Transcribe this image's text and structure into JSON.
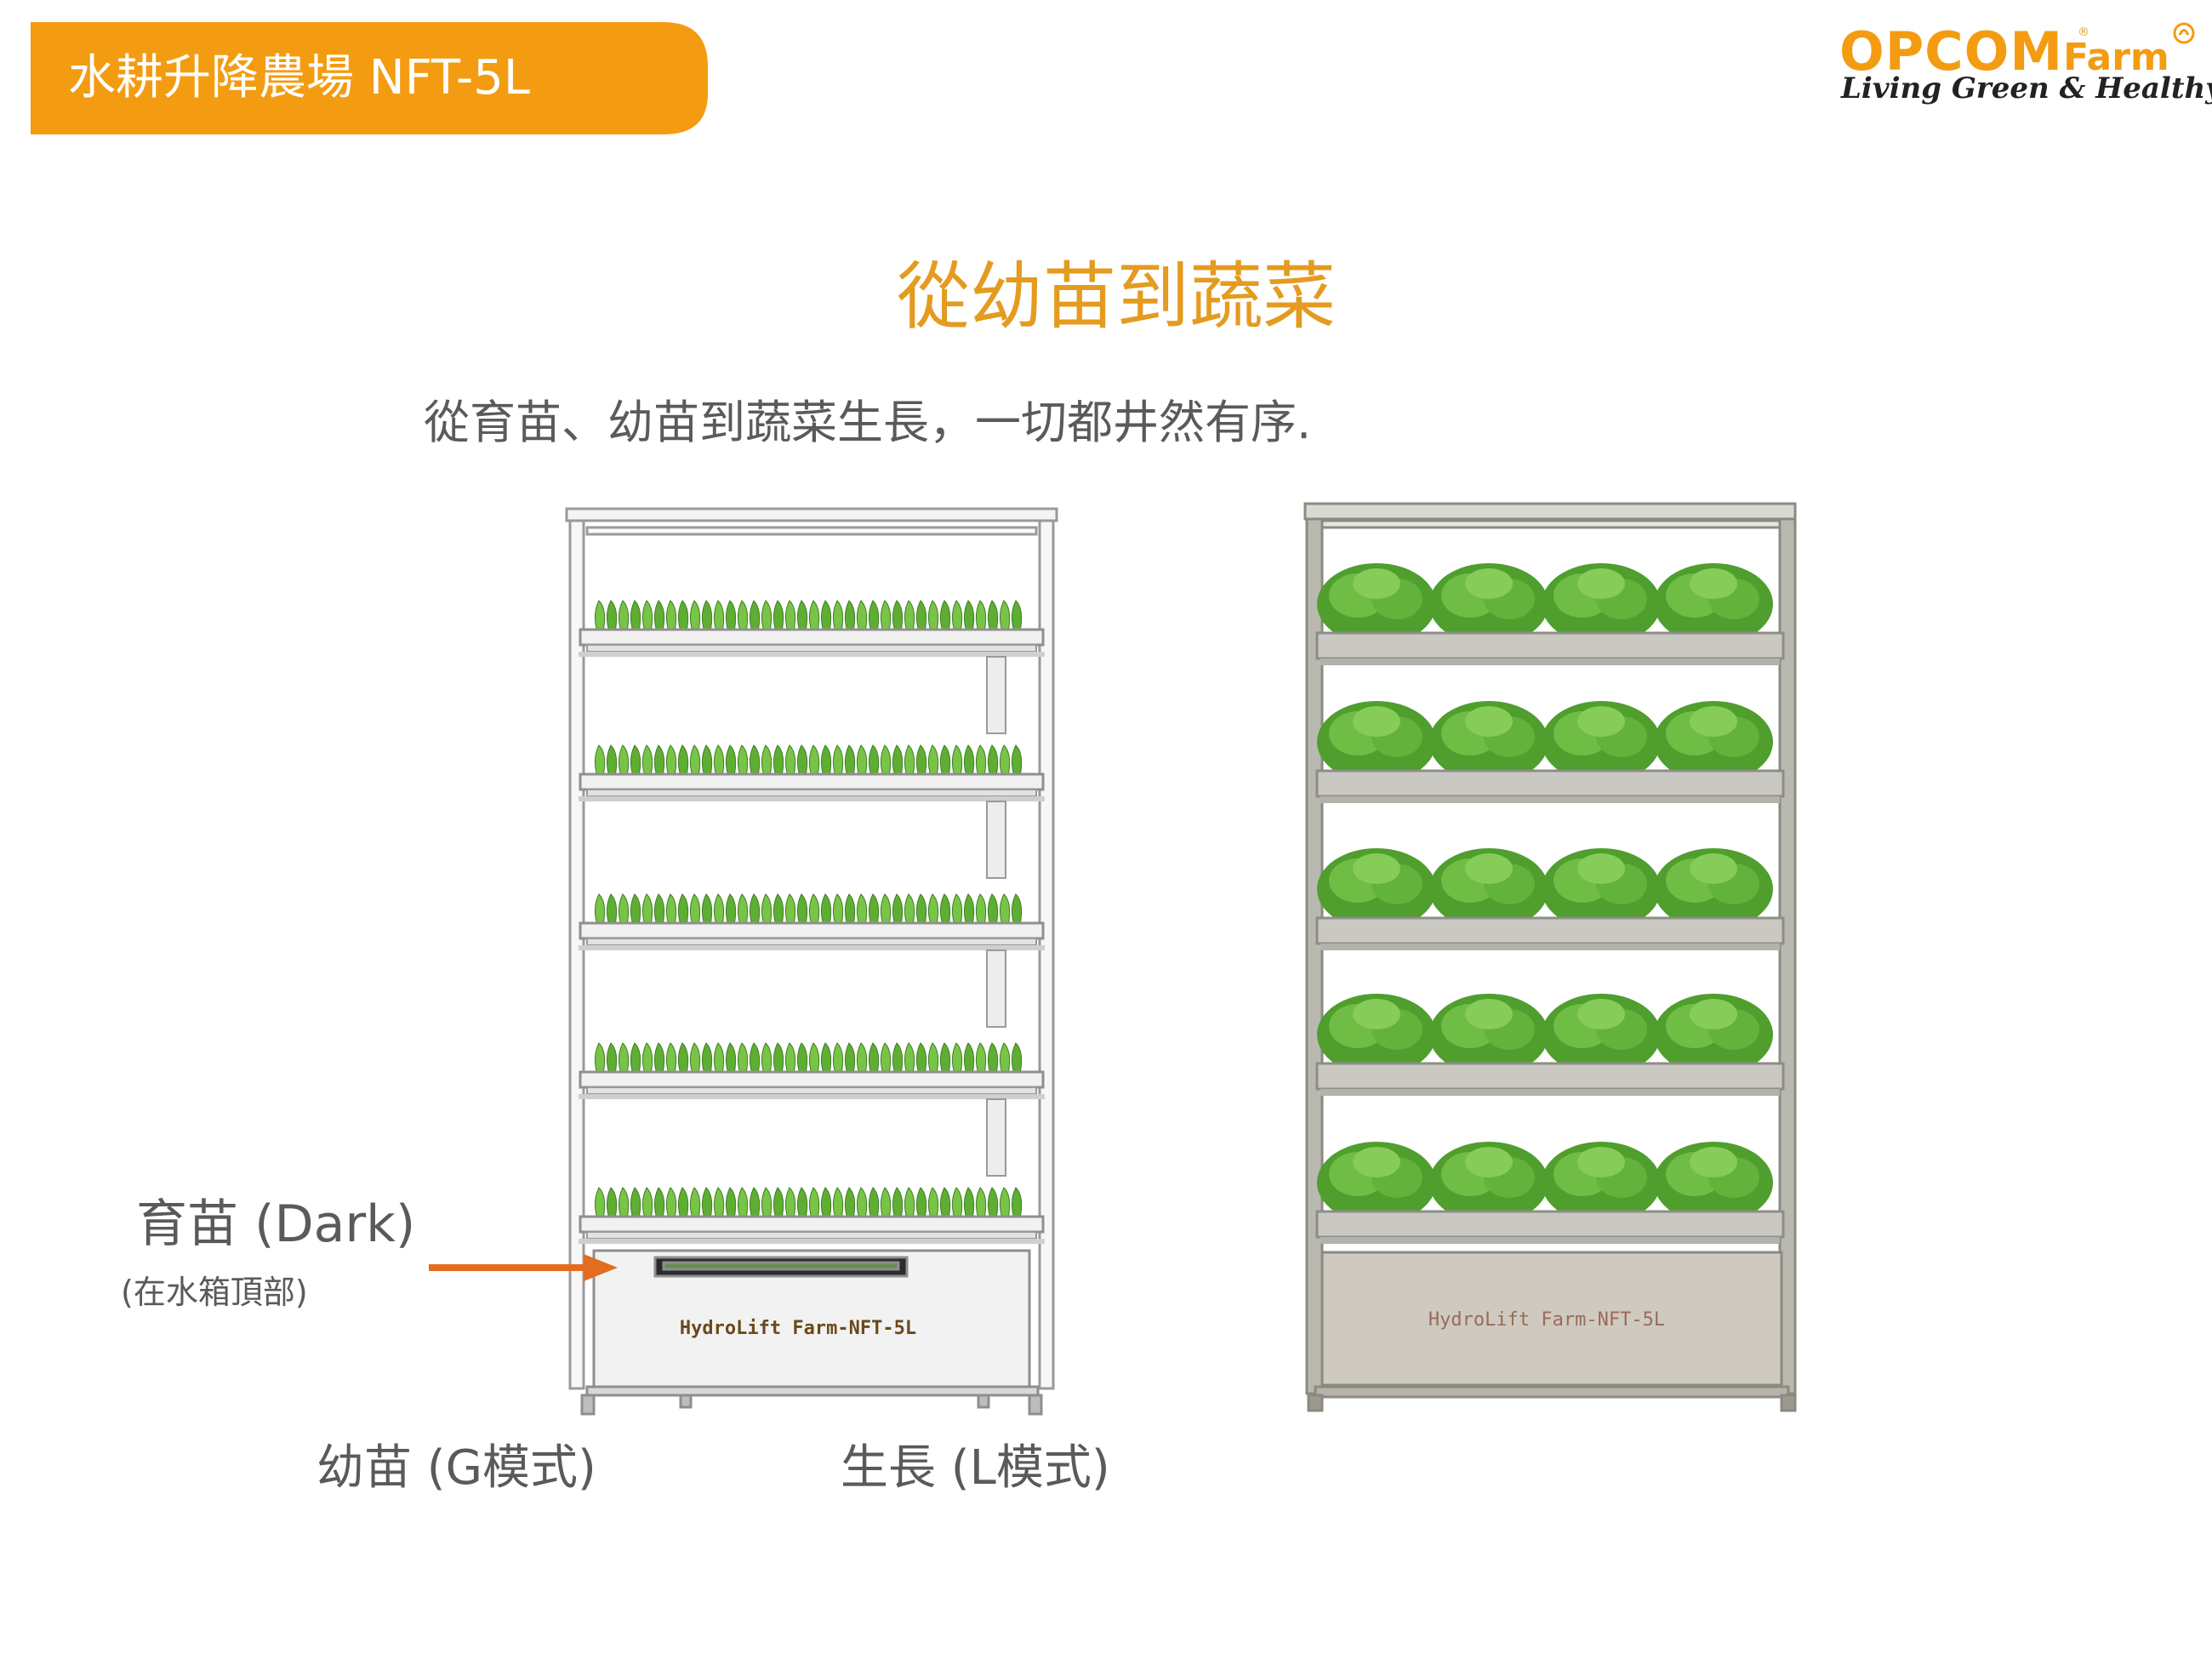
{
  "header": {
    "title": "水耕升降農場 NFT-5L",
    "accent_color": "#f39c12"
  },
  "logo": {
    "brand": "OPCOM",
    "brand_suffix": "Farm",
    "registered": "®",
    "tagline": "Living Green & Healthy"
  },
  "main": {
    "heading": "從幼苗到蔬菜",
    "subtitle": "從育苗、幼苗到蔬菜生長，一切都井然有序."
  },
  "labels": {
    "nursery": "育苗 (Dark)",
    "nursery_note": "(在水箱頂部)",
    "seedling": "幼苗 (G模式)",
    "growth": "生長 (L模式)"
  },
  "racks": {
    "left_tank_label": "HydroLift Farm-NFT-5L",
    "right_tank_label": "HydroLift Farm-NFT-5L"
  },
  "icons": {
    "arrow": "arrow-right-icon",
    "logo_mark": "sprout-icon"
  }
}
